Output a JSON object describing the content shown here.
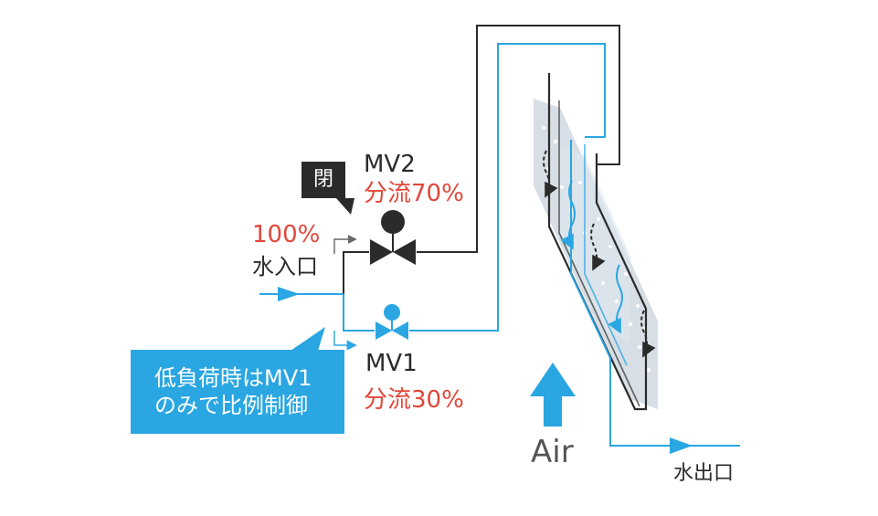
{
  "labels": {
    "mv2_name": "MV2",
    "mv2_ratio": "分流70%",
    "mv1_name": "MV1",
    "mv1_ratio": "分流30%",
    "inlet_percent": "100%",
    "water_inlet": "水入口",
    "water_outlet": "水出口",
    "air": "Air",
    "closed_tag": "閉",
    "callout_line1": "低負荷時はMV1",
    "callout_line2": "のみで比例制御"
  },
  "colors": {
    "blue": "#2aa6e2",
    "dark": "#2b2b2b",
    "red": "#e2473a",
    "panel": "#c9d3dc"
  }
}
